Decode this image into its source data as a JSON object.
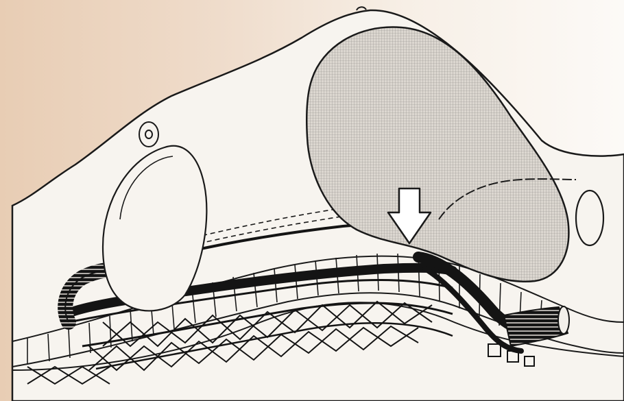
{
  "figure": {
    "type": "anatomical-line-drawing",
    "background_color_left": "#e8cdb4",
    "background_color_right": "#fcfaf7",
    "ink_color": "#141414",
    "paper_color": "#f7f4ef",
    "shaded_region_color": "#d6d1cb",
    "elements": [
      "body-outline",
      "left-oval-structure",
      "small-ring-marker",
      "shaded-oval-region",
      "down-arrow",
      "curved-tube",
      "vessel-network",
      "segmented-band",
      "dashed-lines",
      "right-small-oval"
    ]
  }
}
